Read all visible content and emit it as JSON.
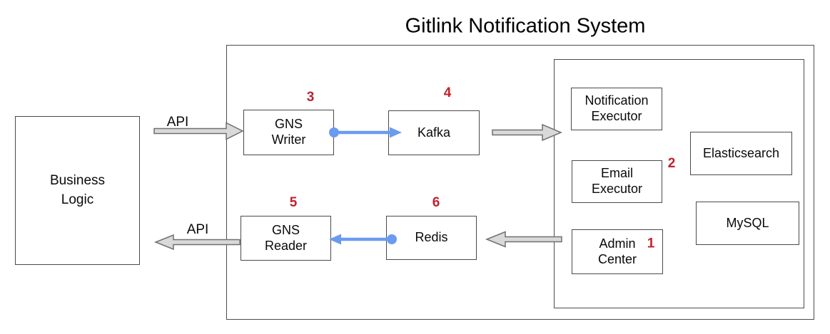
{
  "title": "Gitlink Notification System",
  "nodes": {
    "business_logic": {
      "lines": [
        "Business",
        "Logic"
      ]
    },
    "gns_writer": {
      "lines": [
        "GNS",
        "Writer"
      ],
      "marker": "3"
    },
    "kafka": {
      "lines": [
        "Kafka"
      ],
      "marker": "4"
    },
    "gns_reader": {
      "lines": [
        "GNS",
        "Reader"
      ],
      "marker": "5"
    },
    "redis": {
      "lines": [
        "Redis"
      ],
      "marker": "6"
    },
    "notification_executor": {
      "lines": [
        "Notification",
        "Executor"
      ]
    },
    "email_executor": {
      "lines": [
        "Email",
        "Executor"
      ],
      "marker": "2"
    },
    "admin_center": {
      "lines": [
        "Admin",
        "Center"
      ],
      "marker": "1"
    },
    "elasticsearch": {
      "lines": [
        "Elasticsearch"
      ]
    },
    "mysql": {
      "lines": [
        "MySQL"
      ]
    }
  },
  "edges": {
    "api_in_label": "API",
    "api_out_label": "API"
  },
  "colors": {
    "connector_blue": "#6a9bf0",
    "marker_red": "#c0222f",
    "arrow_fill": "#d9d9d9",
    "arrow_stroke": "#707070",
    "box_border": "#4a4a4a",
    "background": "#ffffff"
  }
}
